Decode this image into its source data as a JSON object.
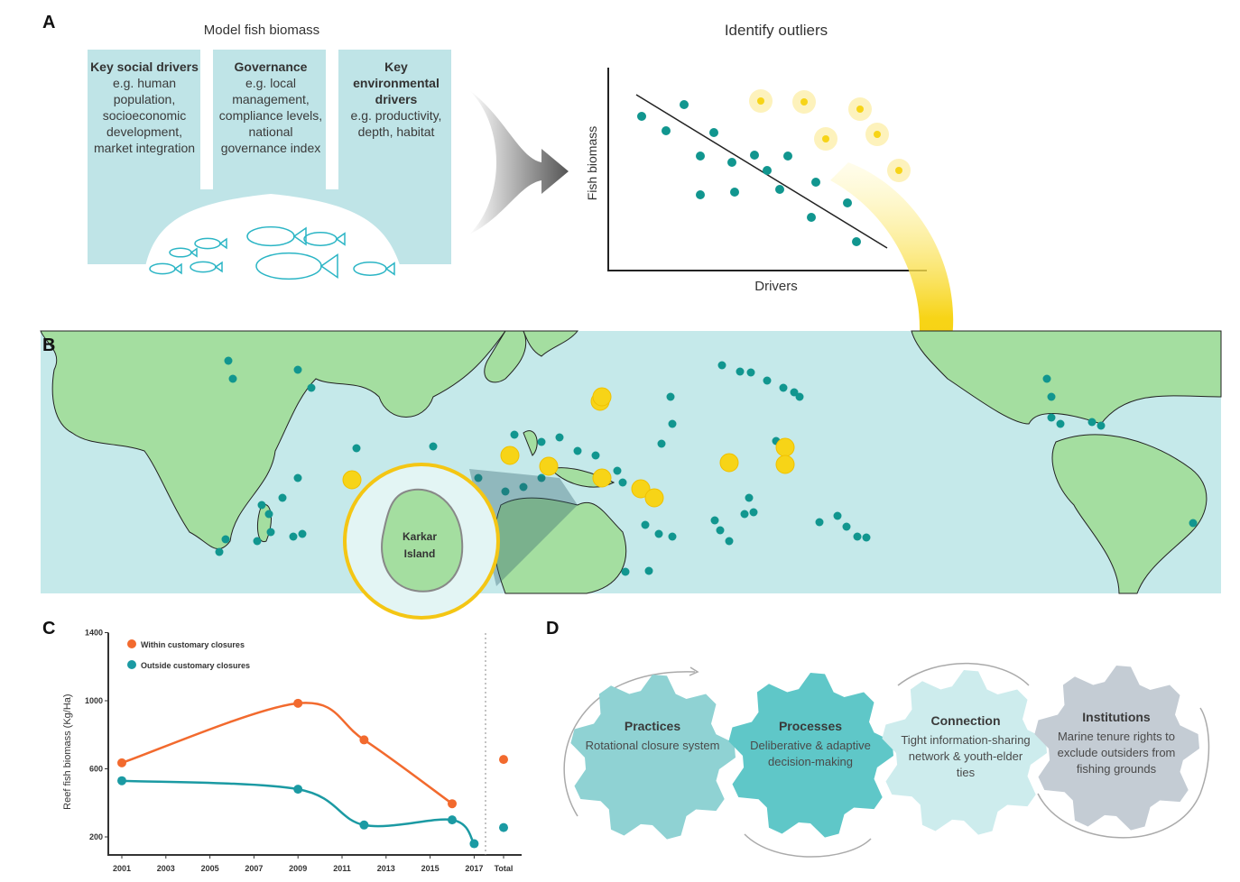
{
  "panel_labels": {
    "a": "A",
    "b": "B",
    "c": "C",
    "d": "D"
  },
  "panel_a": {
    "model_title": "Model fish biomass",
    "outlier_title": "Identify outliers",
    "boxes": [
      {
        "title": "Key social drivers",
        "body": "e.g. human population, socioeconomic development, market integration"
      },
      {
        "title": "Governance",
        "body": "e.g. local management, compliance levels, national governance index"
      },
      {
        "title": "Key environmental drivers",
        "body": "e.g. productivity, depth, habitat"
      }
    ],
    "scatter_ylabel": "Fish biomass",
    "scatter_xlabel": "Drivers"
  },
  "panel_b": {
    "inset_label": "Karkar Island"
  },
  "colors": {
    "box": "#bfe4e7",
    "teal": "#11968f",
    "yellow": "#f7d417",
    "ocean": "#c5e9ea",
    "land": "#a4dea0",
    "orange": "#f26a2e",
    "teal_line": "#1b9aa3"
  },
  "chart_data": {
    "type": "line",
    "ylabel": "Reef fish biomass (Kg/Ha)",
    "ylim": [
      90,
      1400
    ],
    "yticks": [
      200,
      600,
      1000,
      1400
    ],
    "xticks": [
      "2001",
      "2003",
      "2005",
      "2007",
      "2009",
      "2011",
      "2013",
      "2015",
      "2017",
      "Total"
    ],
    "legend_position": "top-left",
    "series": [
      {
        "name": "Within customary closures",
        "color": "#f26a2e",
        "x": [
          2001,
          2009,
          2012,
          2016
        ],
        "y": [
          635,
          985,
          770,
          395
        ],
        "total": 655
      },
      {
        "name": "Outside customary closures",
        "color": "#1b9aa3",
        "x": [
          2001,
          2009,
          2012,
          2016,
          2017
        ],
        "y": [
          530,
          480,
          270,
          300,
          160
        ],
        "total": 255
      }
    ]
  },
  "panel_d": {
    "gears": [
      {
        "title": "Practices",
        "body": "Rotational closure system",
        "color": "#8fd2d3"
      },
      {
        "title": "Processes",
        "body": "Deliberative & adaptive decision-making",
        "color": "#5fc7c8"
      },
      {
        "title": "Connection",
        "body": "Tight information-sharing network & youth-elder ties",
        "color": "#cdeced"
      },
      {
        "title": "Institutions",
        "body": "Marine tenure rights to exclude outsiders from fishing grounds",
        "color": "#c4ccd4"
      }
    ]
  }
}
